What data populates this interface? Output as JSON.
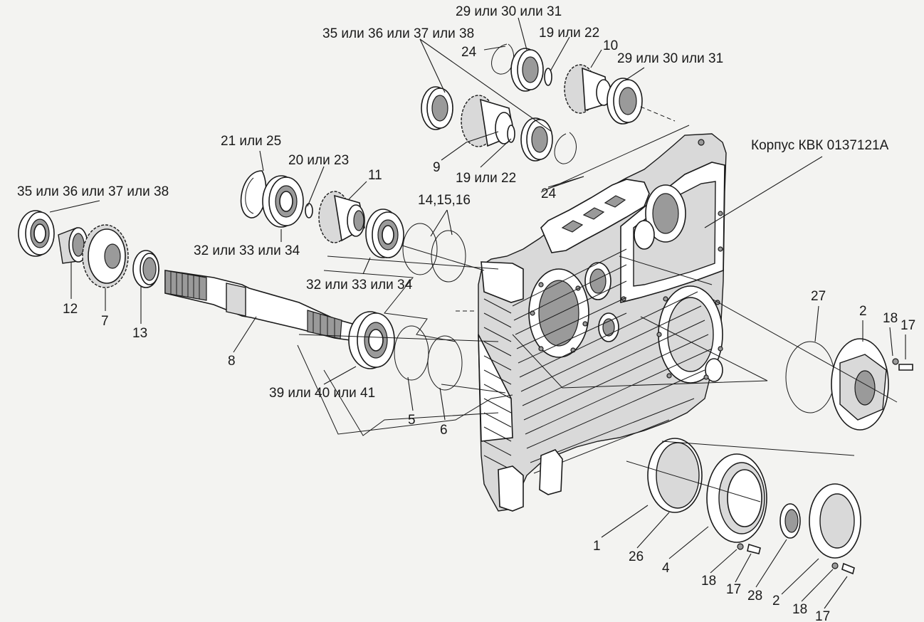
{
  "labels": {
    "l1": "29 или 30 или 31",
    "l2": "19 или 22",
    "l3": "35 или 36 или 37 или 38",
    "l4": "24",
    "l5": "10",
    "l6": "29 или 30 или 31",
    "l7": "21 или 25",
    "l8": "20 или 23",
    "l9": "11",
    "l10": "9",
    "l11": "19 или 22",
    "l12": "24",
    "l13": "Корпус КВК 0137121А",
    "l14": "35 или 36 или 37 или 38",
    "l15": "14,15,16",
    "l16": "32 или 33 или 34",
    "l17": "32 или 33 или 34",
    "l18": "12",
    "l19": "7",
    "l20": "13",
    "l21": "8",
    "l22": "39 или 40 или 41",
    "l23": "5",
    "l24": "6",
    "l25": "27",
    "l26": "2",
    "l27": "18",
    "l28": "17",
    "l29": "1",
    "l30": "26",
    "l31": "4",
    "l32": "18",
    "l33": "17",
    "l34": "28",
    "l35": "2",
    "l36": "18",
    "l37": "17"
  }
}
